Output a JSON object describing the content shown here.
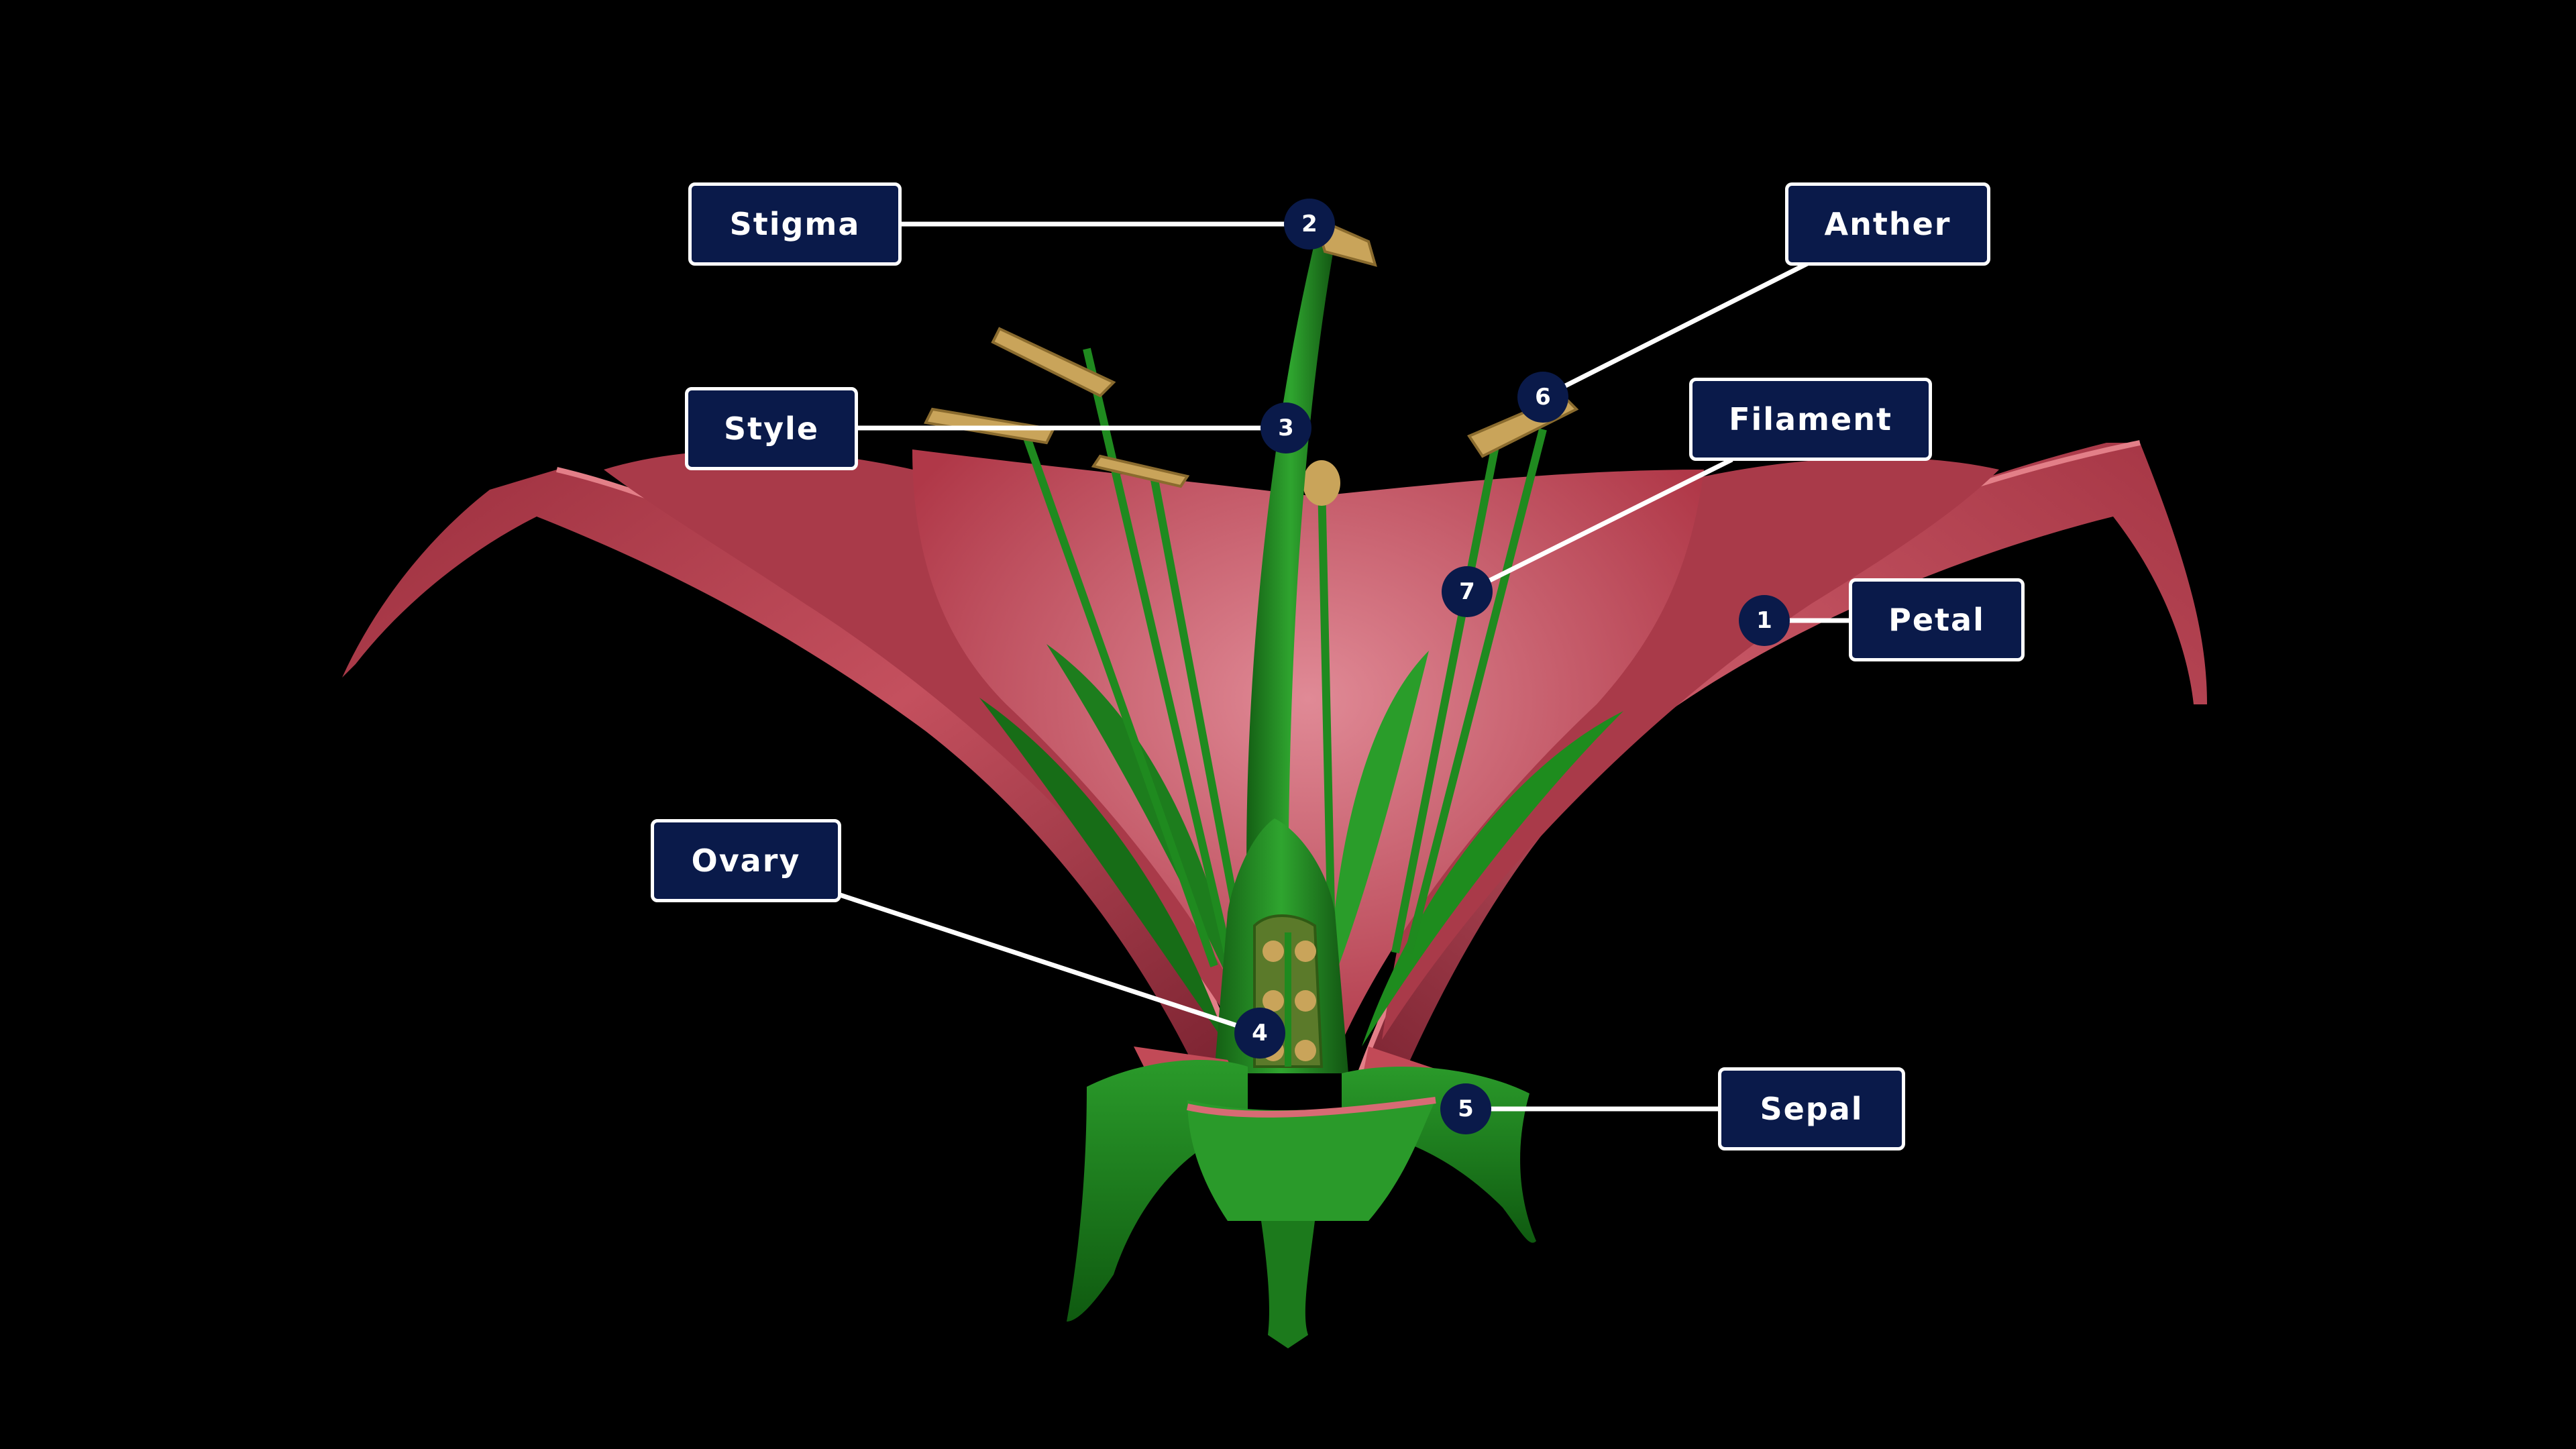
{
  "diagram": {
    "labels": {
      "stigma": {
        "number": "2",
        "text": "Stigma"
      },
      "style": {
        "number": "3",
        "text": "Style"
      },
      "anther": {
        "number": "6",
        "text": "Anther"
      },
      "filament": {
        "number": "7",
        "text": "Filament"
      },
      "petal": {
        "number": "1",
        "text": "Petal"
      },
      "ovary": {
        "number": "4",
        "text": "Ovary"
      },
      "sepal": {
        "number": "5",
        "text": "Sepal"
      }
    },
    "colors": {
      "background": "#000000",
      "label_fill": "#0a1a4a",
      "label_border": "#ffffff",
      "petal": "#b8434f",
      "stem_green": "#1f8a1f",
      "anther": "#c9a45a"
    }
  }
}
